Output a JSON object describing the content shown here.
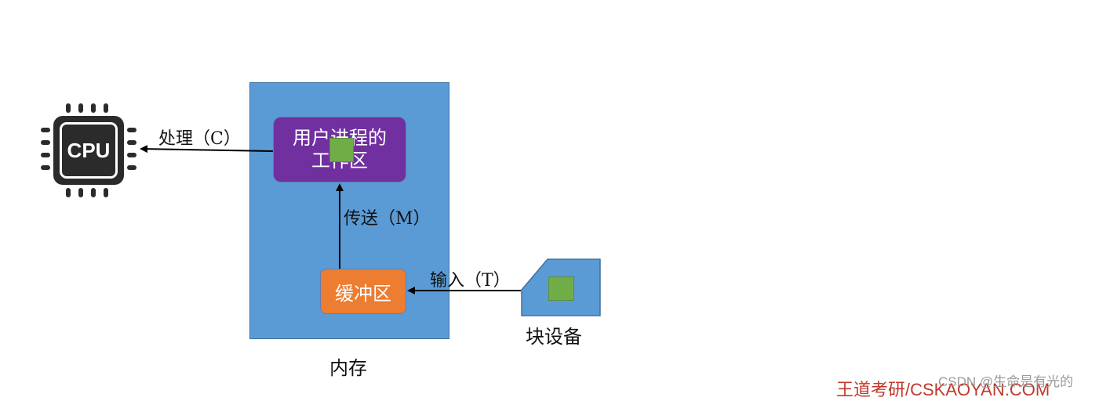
{
  "cpu": {
    "label": "CPU"
  },
  "memory": {
    "label": "内存",
    "work_area_label": "用户进程的工作区",
    "buffer_label": "缓冲区"
  },
  "block_device": {
    "label": "块设备"
  },
  "edges": {
    "process": "处理（C）",
    "transfer": "传送（M）",
    "input": "输入（T）"
  },
  "watermarks": {
    "publisher": "王道考研/CSKAOYAN.COM",
    "csdn": "CSDN @生命是有光的"
  },
  "colors": {
    "memory": "#5b9bd5",
    "work_area": "#7030a0",
    "buffer": "#ed7d31",
    "data_block": "#70ad47",
    "device": "#5b9bd5",
    "chip": "#2b2b2b"
  }
}
